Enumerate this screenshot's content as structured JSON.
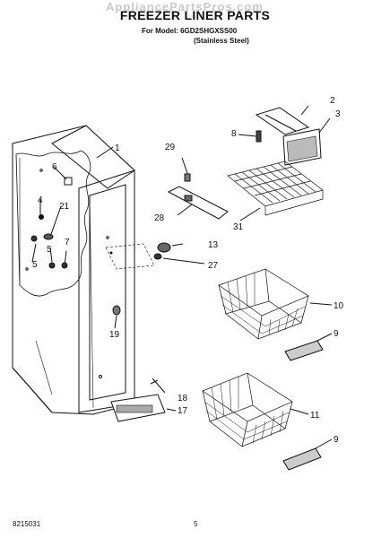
{
  "watermark": "AppliancePartsPros.com",
  "title": "FREEZER LINER PARTS",
  "subtitle": {
    "model_line": "For Model: 6GD2SHGXSS00",
    "finish_line": "(Stainless Steel)"
  },
  "callouts": [
    "1",
    "2",
    "3",
    "4",
    "5",
    "5",
    "6",
    "7",
    "8",
    "9",
    "9",
    "10",
    "11",
    "13",
    "17",
    "18",
    "19",
    "21",
    "27",
    "28",
    "29",
    "31"
  ],
  "footer": {
    "doc_number": "8215031",
    "page_number": "5"
  }
}
